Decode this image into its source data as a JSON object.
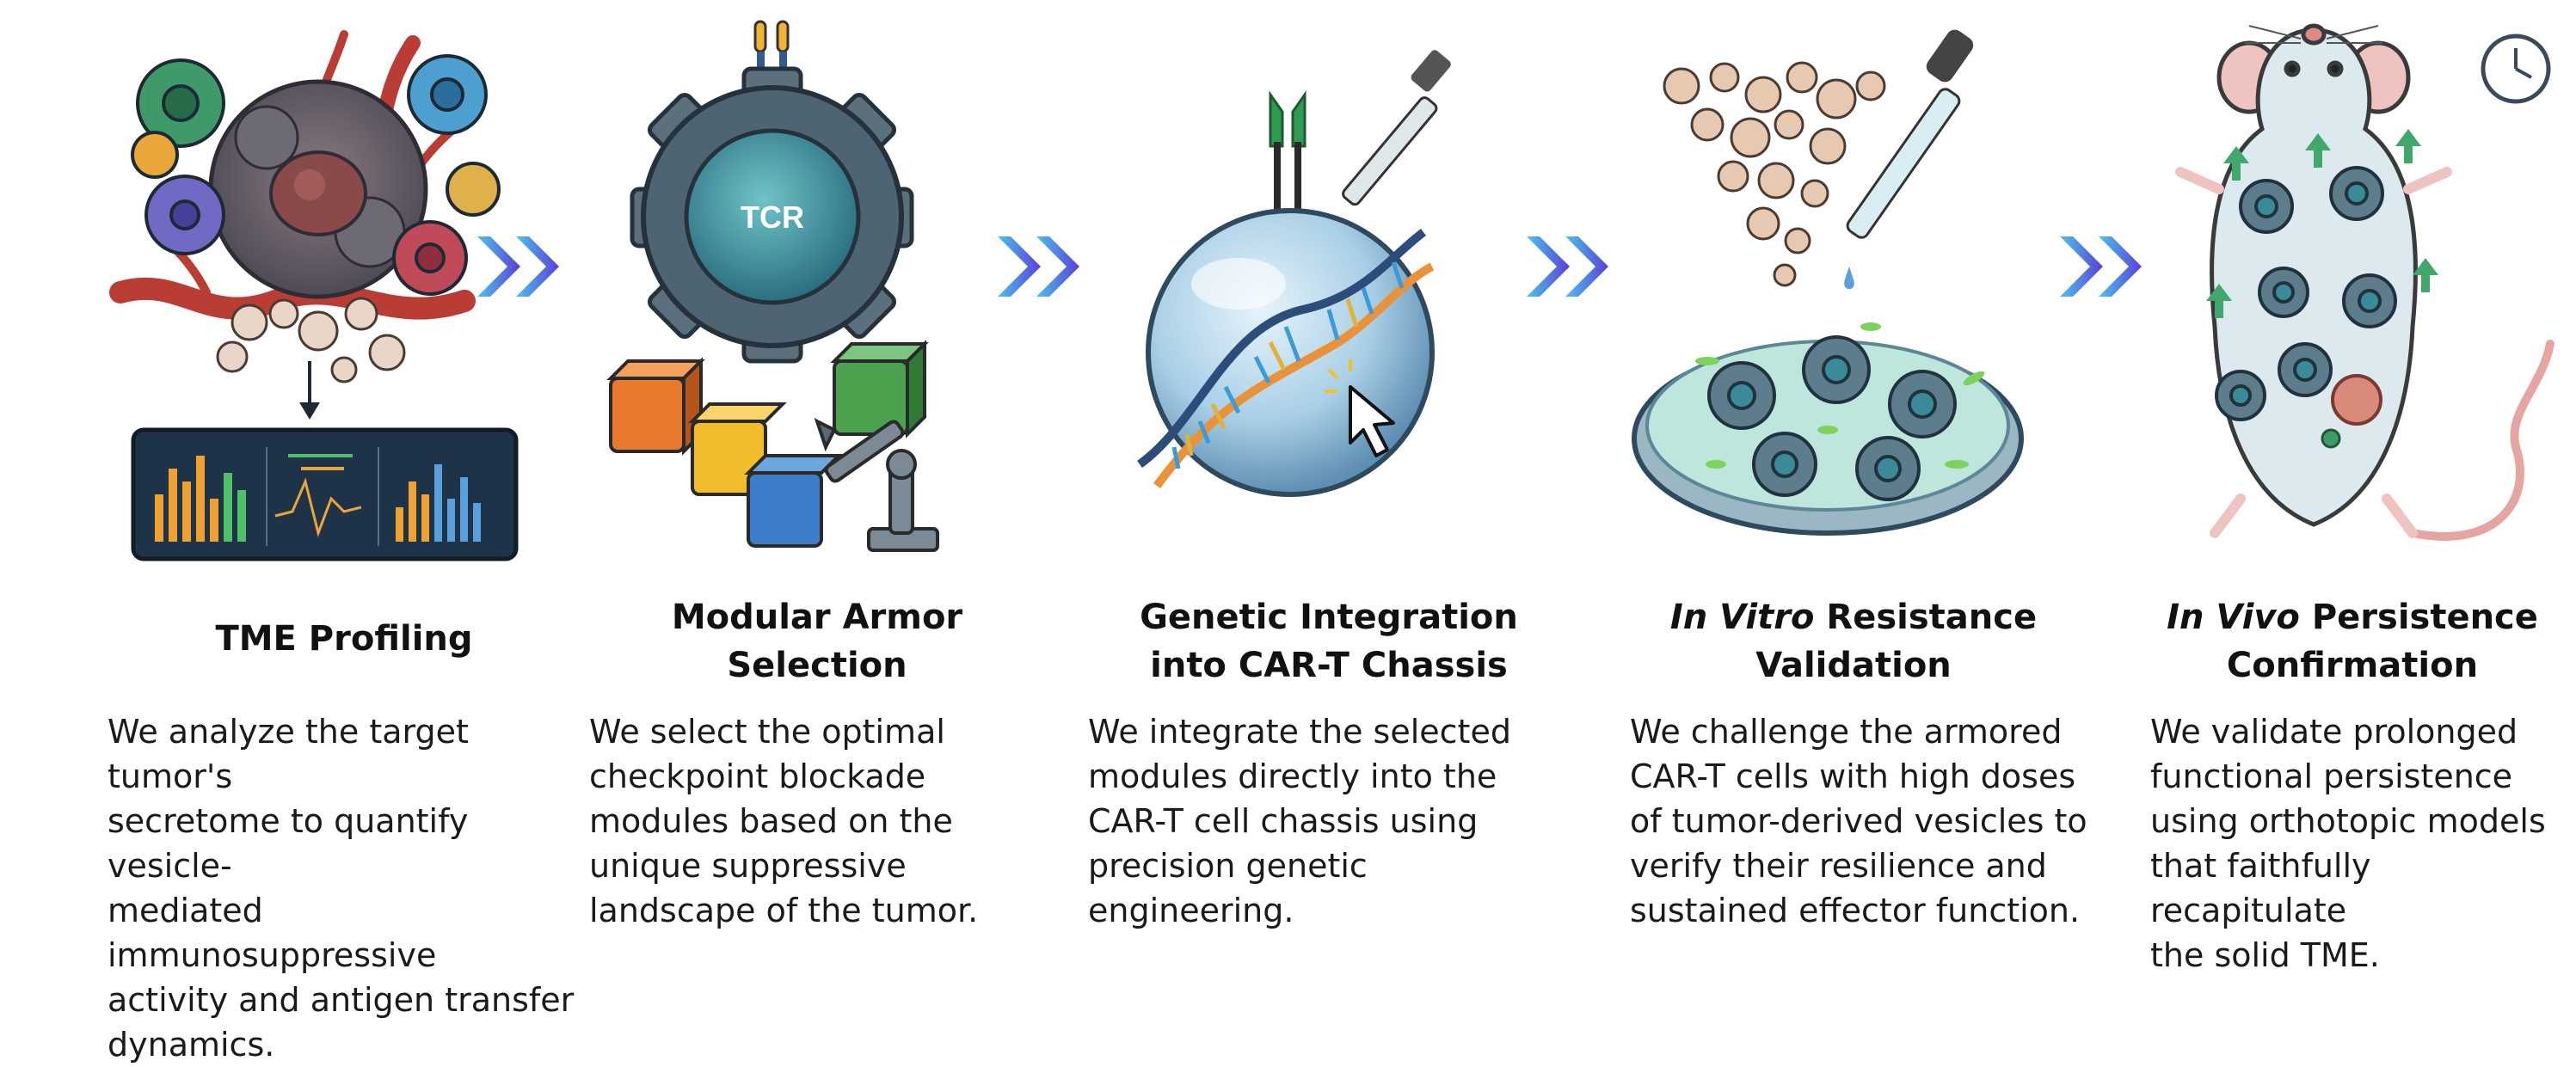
{
  "steps": [
    {
      "title_lines": [
        "TME Profiling"
      ],
      "desc_lines": [
        "We analyze the target tumor's",
        "secretome to quantify vesicle-",
        "mediated immunosuppressive",
        "activity and antigen transfer",
        "dynamics."
      ]
    },
    {
      "title_lines": [
        "Modular Armor",
        "Selection"
      ],
      "desc_lines": [
        "We select the optimal",
        "checkpoint blockade",
        "modules based on the",
        "unique suppressive",
        "landscape of the tumor."
      ],
      "badge_text": "TCR"
    },
    {
      "title_lines": [
        "Genetic Integration",
        "into CAR-T Chassis"
      ],
      "desc_lines": [
        "We integrate the selected",
        "modules directly into the",
        "CAR-T cell chassis using",
        "precision genetic engineering."
      ]
    },
    {
      "title_italic": "In Vitro",
      "title_rest": " Resistance",
      "title_line2": "Validation",
      "desc_lines": [
        "We challenge the armored",
        "CAR-T cells with high doses",
        "of tumor-derived vesicles to",
        "verify their resilience and",
        "sustained effector function."
      ]
    },
    {
      "title_italic": "In Vivo",
      "title_rest": " Persistence",
      "title_line2": "Confirmation",
      "desc_lines": [
        "We validate prolonged",
        "functional persistence",
        "using orthotopic models",
        "that faithfully recapitulate",
        "the solid TME."
      ]
    }
  ],
  "colors": {
    "arrow_light": "#4cc3ee",
    "arrow_dark": "#5a3ed8",
    "gear": "#4a6a7e",
    "cell_green": "#3f9a6a",
    "vessel": "#c9433b",
    "petri_liquid": "#bfe6dc"
  }
}
